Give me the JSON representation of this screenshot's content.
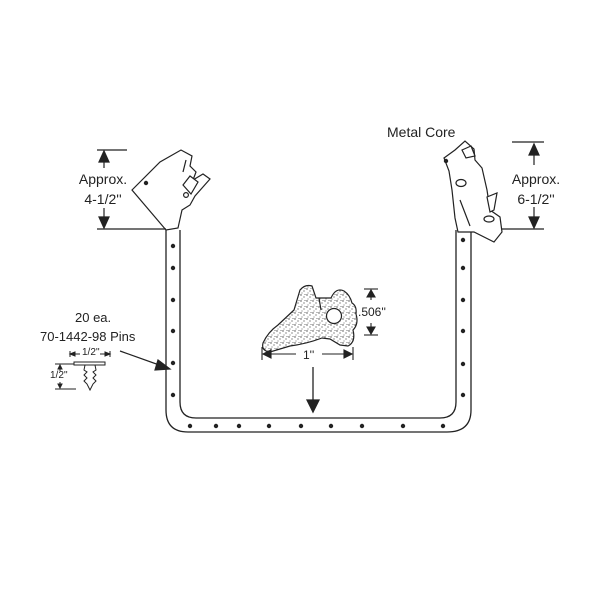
{
  "labels": {
    "metal_core": "Metal Core",
    "left_approx": "Approx.",
    "left_value": "4-1/2''",
    "right_approx": "Approx.",
    "right_value": "6-1/2''",
    "pins_count": "20  ea.",
    "pins_part": "70-1442-98  Pins",
    "pin_width": "1/2''",
    "pin_height": "1/2''",
    "section_height": ".506''",
    "section_width": "1''"
  },
  "colors": {
    "line": "#222222",
    "dot": "#222222",
    "stipple": "#444444"
  }
}
